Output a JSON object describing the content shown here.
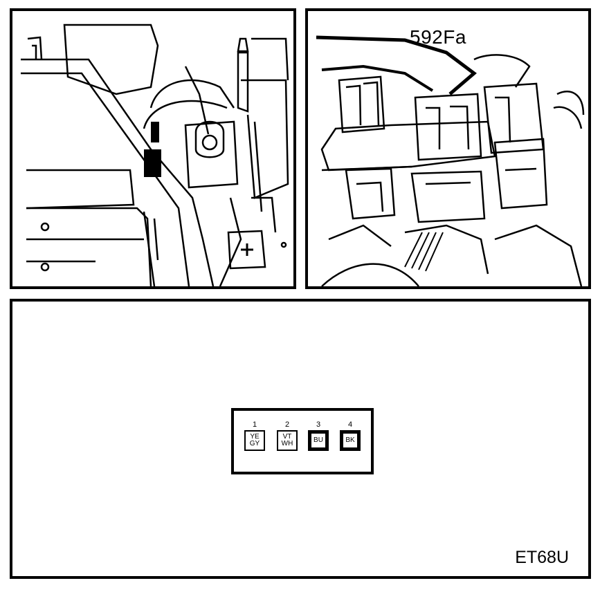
{
  "figure": {
    "callout_label": "592Fa",
    "document_code": "ET68U"
  },
  "connector": {
    "pins": [
      {
        "number": "1",
        "colors": [
          "YE",
          "GY"
        ],
        "style": "light"
      },
      {
        "number": "2",
        "colors": [
          "VT",
          "WH"
        ],
        "style": "light"
      },
      {
        "number": "3",
        "colors": [
          "BU"
        ],
        "style": "dark"
      },
      {
        "number": "4",
        "colors": [
          "BK"
        ],
        "style": "dark"
      }
    ]
  }
}
